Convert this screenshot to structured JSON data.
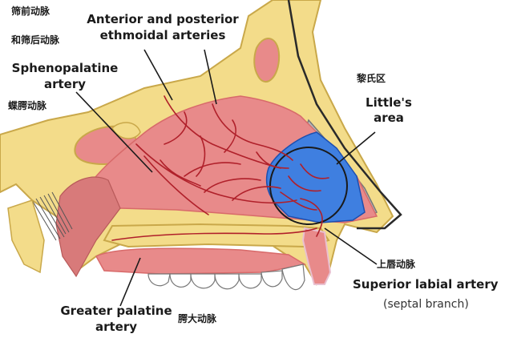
{
  "labels": {
    "ant_post_en_1": "Anterior and posterior",
    "ant_post_en_2": "ethmoidal arteries",
    "ant_post_cn_1": "筛前动脉",
    "ant_post_cn_2": "和筛后动脉",
    "spheno_en_1": "Sphenopalatine",
    "spheno_en_2": "artery",
    "spheno_cn": "蝶腭动脉",
    "little_cn": "黎氏区",
    "little_en_1": "Little's",
    "little_en_2": "area",
    "sup_labial_cn": "上唇动脉",
    "sup_labial_en": "Superior labial artery",
    "sup_labial_sub": "(septal branch)",
    "greater_pal_en_1": "Greater palatine",
    "greater_pal_en_2": "artery",
    "greater_pal_cn": "腭大动脉"
  },
  "colors": {
    "bone": "#f3dc8a",
    "bone_outline": "#c9a84a",
    "mucosa": "#e88a8a",
    "mucosa_dark": "#d86a6a",
    "artery": "#b0202a",
    "little_area": "#3f7fe0",
    "teeth": "#ffffff",
    "outline": "#2a2a2a"
  }
}
